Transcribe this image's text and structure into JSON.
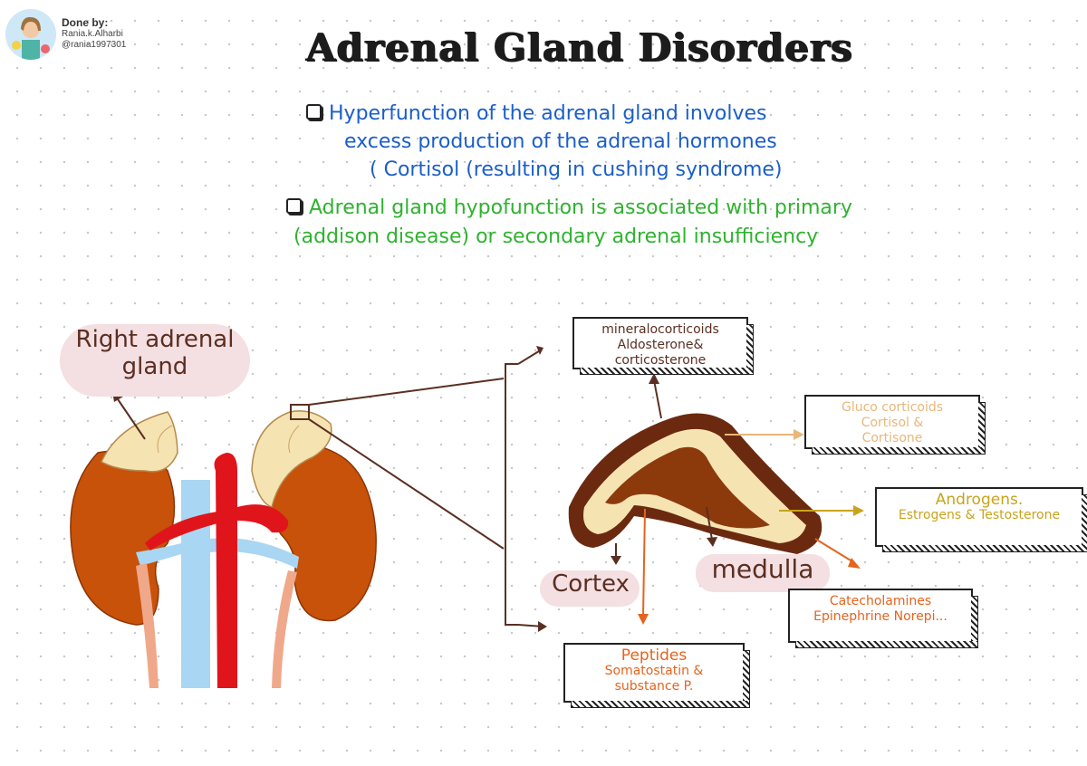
{
  "author": {
    "label": "Done by:",
    "name": "Rania.k.Alharbi",
    "handle": "@rania1997301"
  },
  "title": "Adrenal Gland Disorders",
  "bullets": [
    {
      "color": "#1b5fc8",
      "lines": [
        "Hyperfunction of the adrenal gland involves",
        "excess production of the adrenal hormones",
        "( Cortisol (resulting in cushing syndrome)"
      ]
    },
    {
      "color": "#2fb32f",
      "lines": [
        "Adrenal gland hypofunction is associated with primary",
        "(addison disease) or secondary adrenal insufficiency"
      ]
    }
  ],
  "labels": {
    "right_adrenal": [
      "Right adrenal",
      "gland"
    ],
    "cortex": "Cortex",
    "medulla": "medulla"
  },
  "boxes": {
    "mineralocorticoids": [
      "mineralocorticoids",
      "Aldosterone&",
      "corticosterone"
    ],
    "glucocorticoids": [
      "Gluco corticoids",
      "Cortisol &",
      "Cortisone"
    ],
    "androgens": [
      "Androgens.",
      "Estrogens & Testosterone"
    ],
    "catecholamines": [
      "Catecholamines",
      "Epinephrine Norepi..."
    ],
    "peptides": [
      "Peptides",
      "Somatostatin &",
      "substance P."
    ]
  },
  "colors": {
    "kidney": "#c8520a",
    "adrenal": "#f6e3b2",
    "vein": "#a9d6f2",
    "artery": "#e0151b",
    "ureter": "#f0a88a",
    "cortex_dark": "#6b2a10",
    "medulla_brown": "#8c3a0c"
  }
}
